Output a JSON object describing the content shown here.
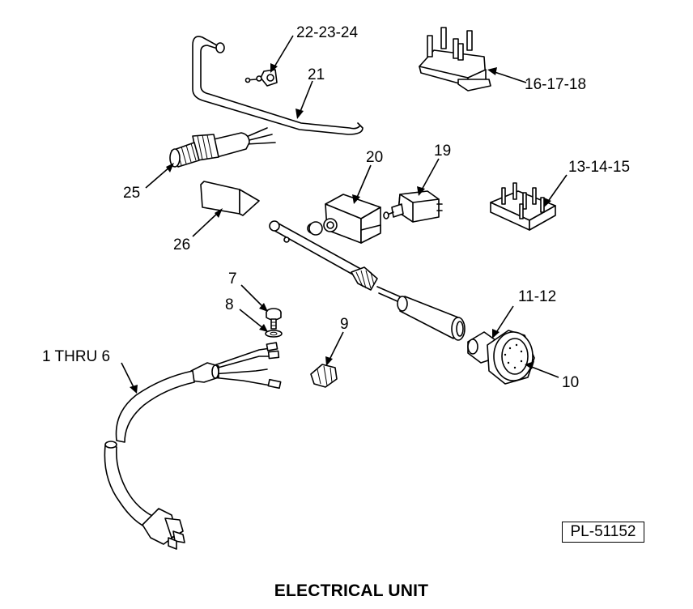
{
  "title": "ELECTRICAL UNIT",
  "plate_number": "PL-51152",
  "callouts": {
    "c_22_23_24": "22-23-24",
    "c_21": "21",
    "c_16_17_18": "16-17-18",
    "c_25": "25",
    "c_20": "20",
    "c_19": "19",
    "c_13_14_15": "13-14-15",
    "c_26": "26",
    "c_7": "7",
    "c_8": "8",
    "c_1_thru_6": "1 THRU 6",
    "c_9": "9",
    "c_11_12": "11-12",
    "c_10": "10"
  }
}
